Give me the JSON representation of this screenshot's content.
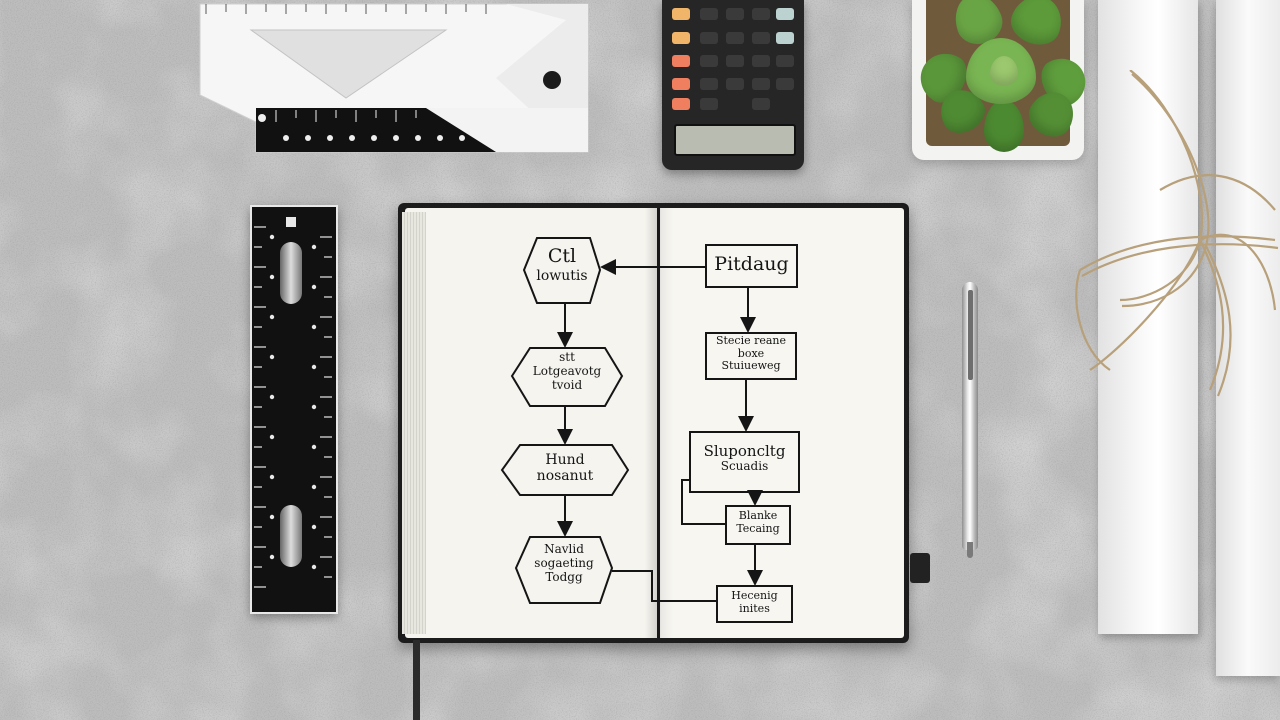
{
  "left_chart": [
    {
      "id": "n1",
      "lines": [
        "Ctl",
        "lowutis"
      ]
    },
    {
      "id": "n2",
      "lines": [
        "stt",
        "Lotgeavotg",
        "tvoid"
      ]
    },
    {
      "id": "n3",
      "lines": [
        "Hund",
        "nosanut"
      ]
    },
    {
      "id": "n4",
      "lines": [
        "Navlid",
        "sogaeting",
        "Todgg"
      ]
    }
  ],
  "right_chart": [
    {
      "id": "m1",
      "lines": [
        "Pitdaug"
      ]
    },
    {
      "id": "m2",
      "lines": [
        "Stecie reane",
        "boxe",
        "Stuiueweg"
      ]
    },
    {
      "id": "m3",
      "lines": [
        "Sluponcltg",
        "Scuadis"
      ]
    },
    {
      "id": "m4",
      "lines": [
        "Blanke",
        "Tecaing"
      ]
    },
    {
      "id": "m5",
      "lines": [
        "Hecenig",
        "inites"
      ]
    }
  ],
  "colors": {
    "desk": "#c9c9c9",
    "notebook_cover": "#1c1c1c",
    "page": "#f5f4ef",
    "ink": "#151515",
    "leaf": "#5f9a3b",
    "twine": "#b7a07a"
  }
}
